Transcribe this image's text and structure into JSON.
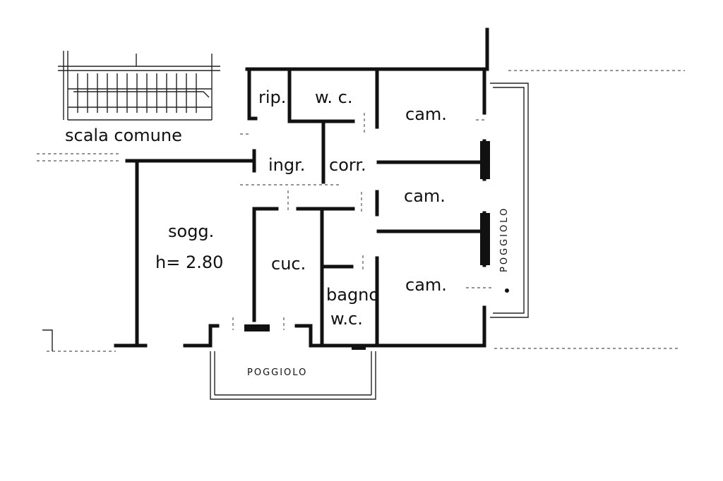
{
  "labels": {
    "scala_comune": "scala comune",
    "rip": "rip.",
    "wc_top": "w. c.",
    "cam_1": "cam.",
    "ingr": "ingr.",
    "corr": "corr.",
    "cam_2": "cam.",
    "sogg": "sogg.",
    "height": "h= 2.80",
    "cuc": "cuc.",
    "cam_3": "cam.",
    "bagno": "bagno",
    "bagno_wc": "w.c.",
    "poggiolo_bottom": "POGGIOLO",
    "poggiolo_right": "POGGIOLO"
  }
}
